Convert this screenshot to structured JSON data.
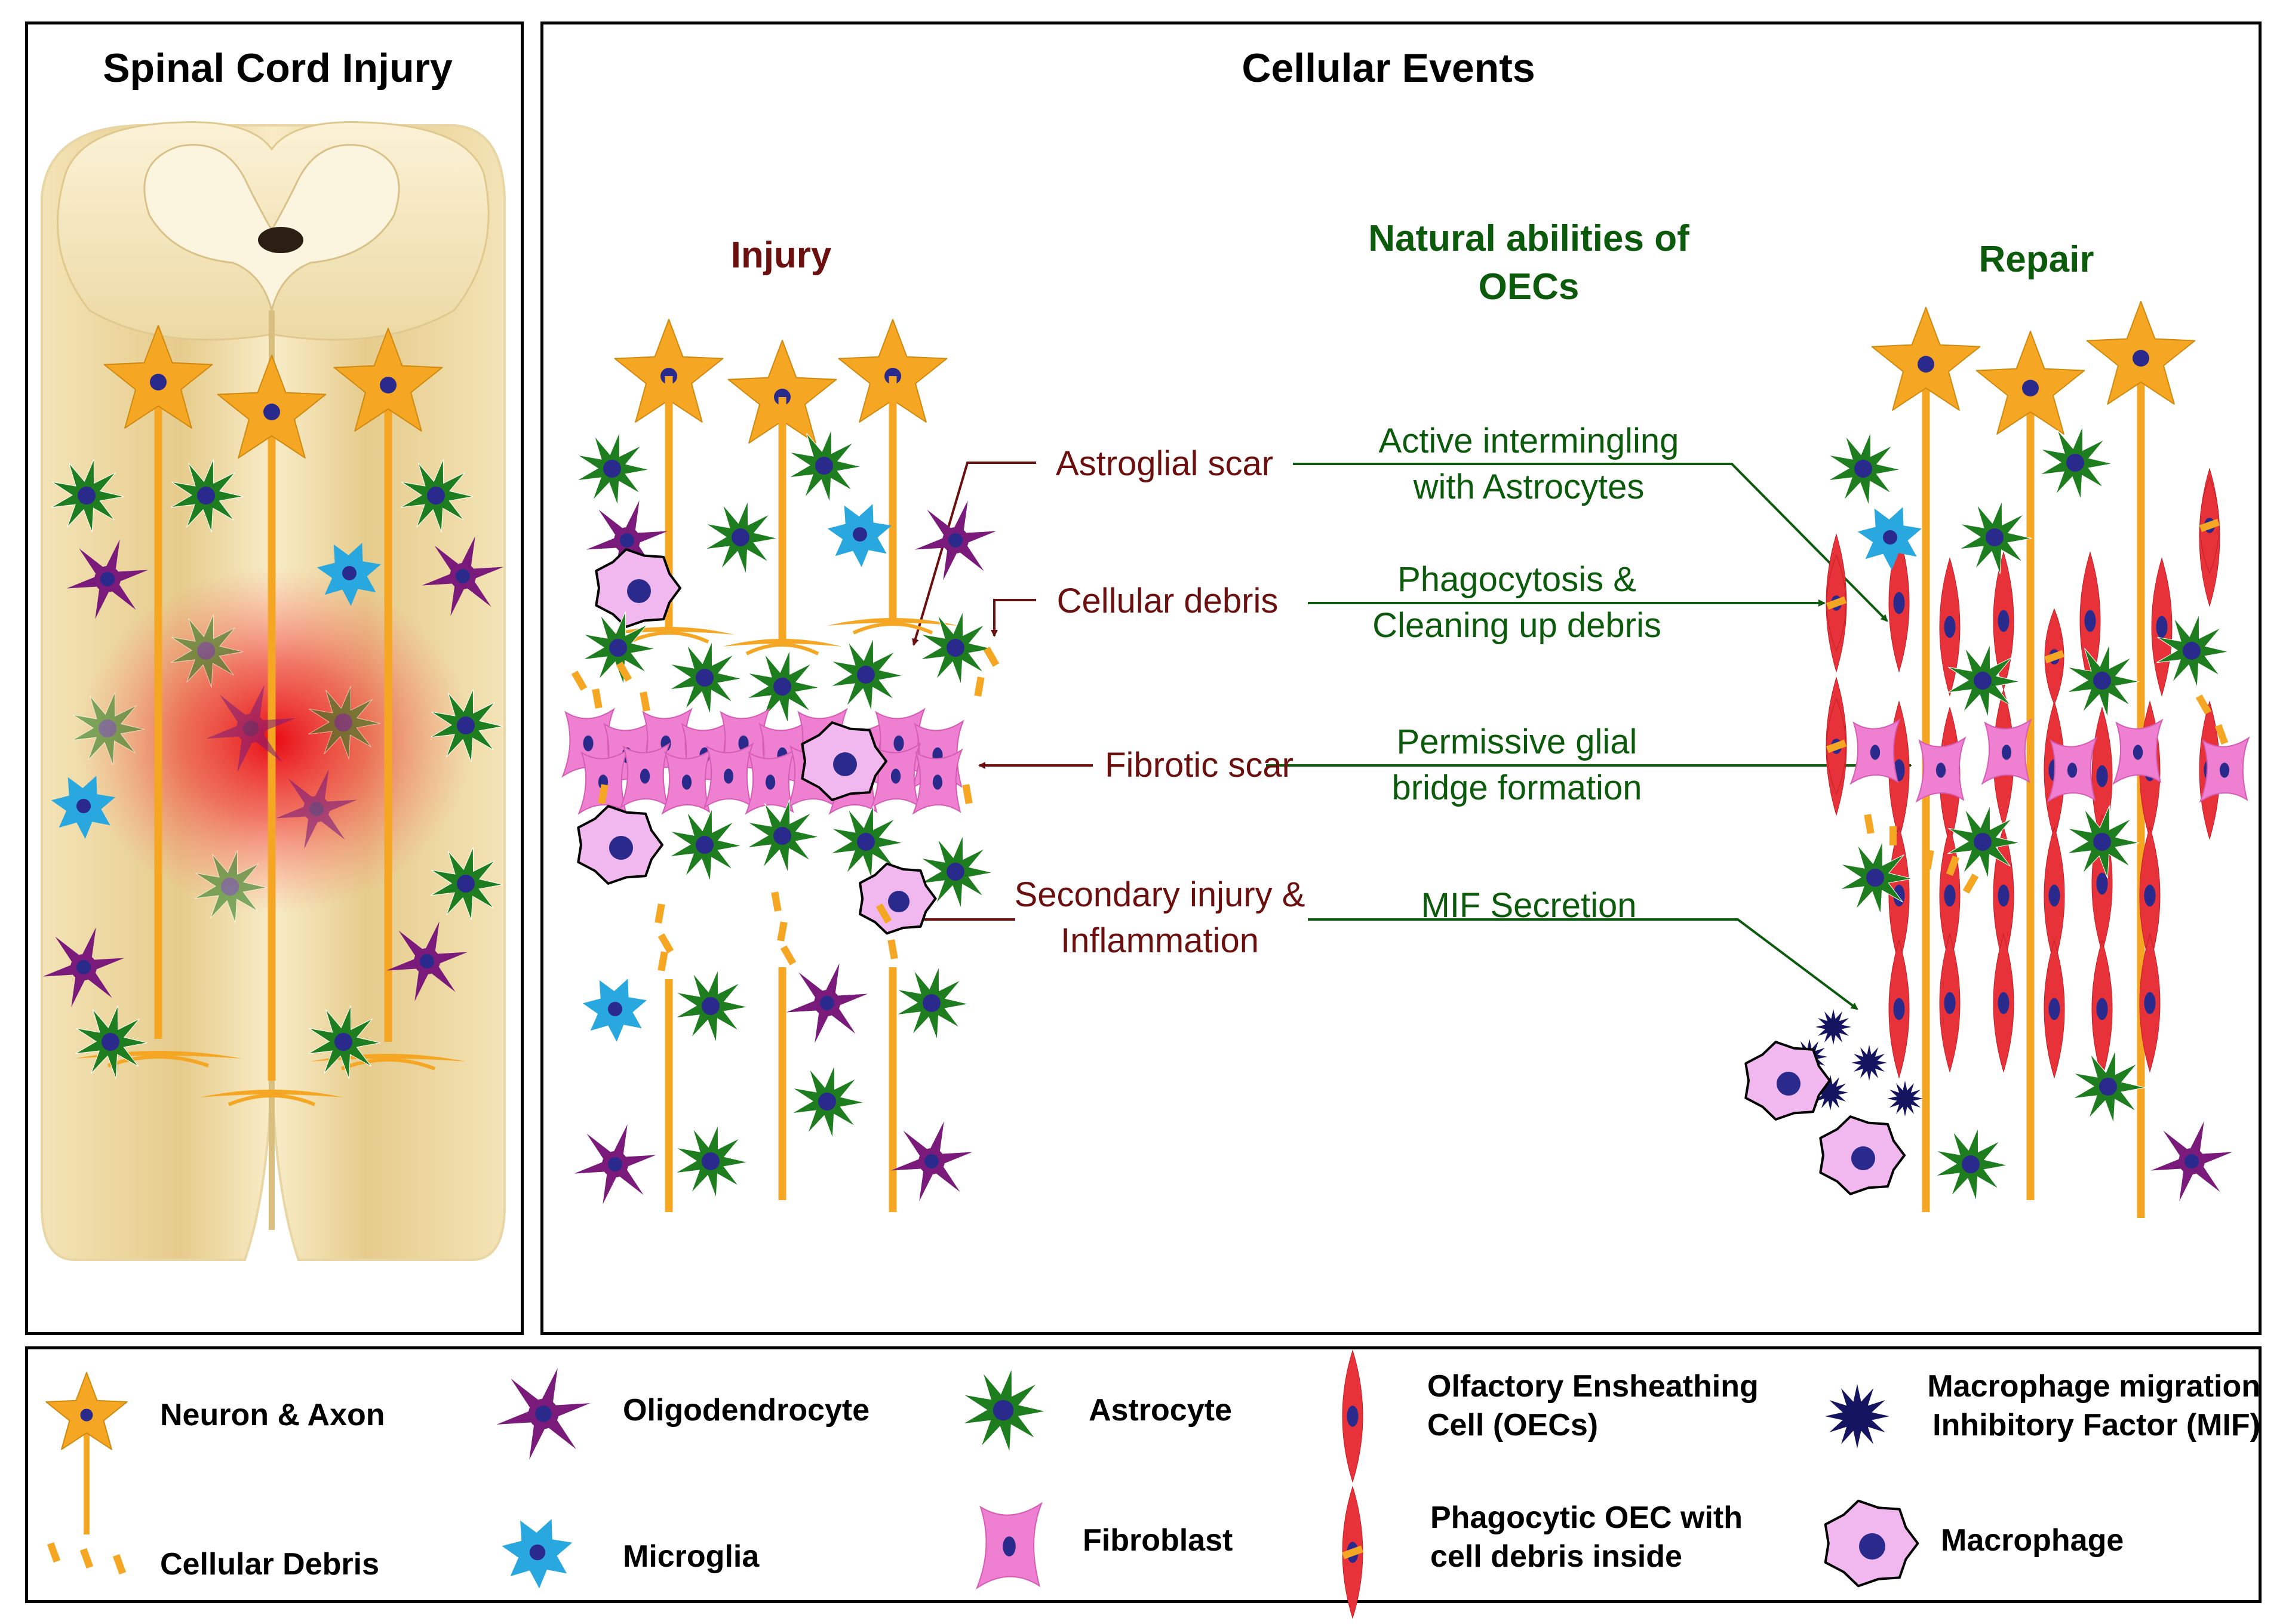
{
  "left_panel": {
    "title": "Spinal Cord Injury"
  },
  "right_panel": {
    "title": "Cellular Events",
    "sections": {
      "injury": "Injury",
      "natural": "Natural abilities of OECs",
      "repair": "Repair"
    },
    "injury_labels": [
      "Astroglial scar",
      "Cellular debris",
      "Fibrotic scar",
      "Secondary injury & Inflammation"
    ],
    "oec_abilities": [
      "Active intermingling with Astrocytes",
      "Phagocytosis & Cleaning up debris",
      "Permissive glial bridge formation",
      "MIF Secretion"
    ]
  },
  "legend": {
    "neuron": "Neuron & Axon",
    "debris": "Cellular Debris",
    "oligodendrocyte": "Oligodendrocyte",
    "microglia": "Microglia",
    "astrocyte": "Astrocyte",
    "fibroblast": "Fibroblast",
    "oec": "Olfactory Ensheathing Cell (OECs)",
    "phagocytic_oec": "Phagocytic OEC with cell debris inside",
    "mif": "Macrophage migration Inhibitory Factor (MIF)",
    "macrophage": "Macrophage"
  },
  "colors": {
    "neuron": "#f5a623",
    "nucleus": "#2a2a8c",
    "astrocyte": "#1e7d1e",
    "oligodendrocyte": "#7a1a7a",
    "microglia": "#29a8e0",
    "fibroblast": "#ef7fd0",
    "oec": "#e8323a",
    "macrophage": "#f0b8ee",
    "mif": "#141460",
    "injury_text": "#6b0f0f",
    "oec_text": "#0c5b0c"
  }
}
